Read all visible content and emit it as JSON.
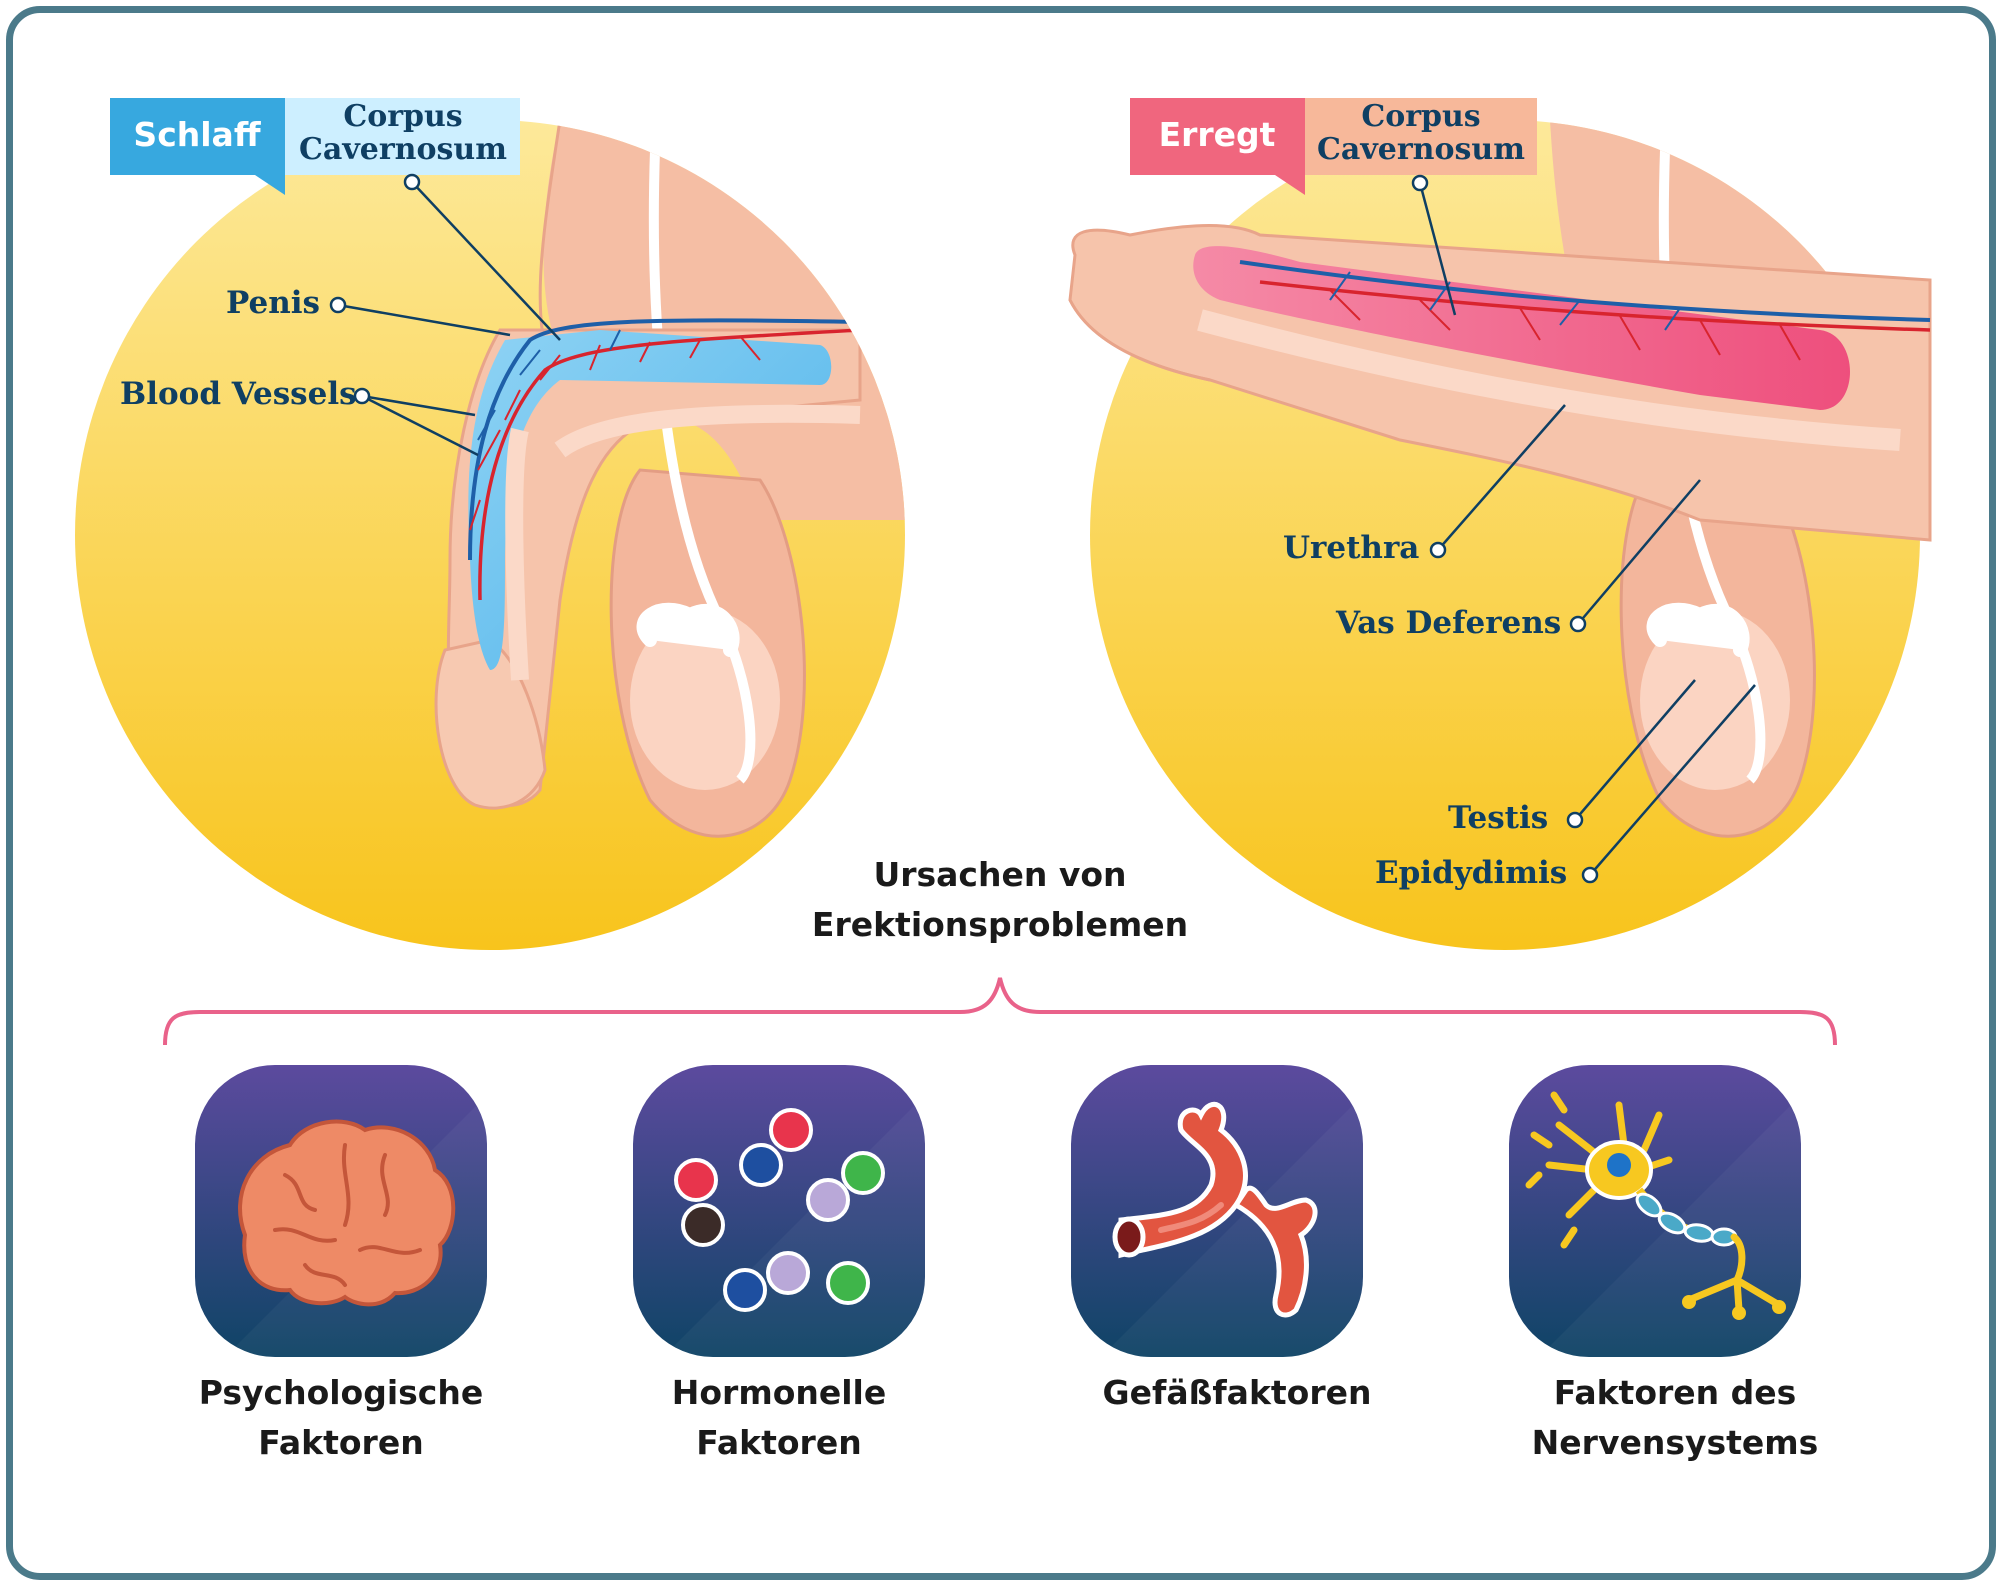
{
  "left_panel": {
    "state_tag": "Schlaff",
    "header_label": "Corpus\nCavernosum",
    "labels": {
      "penis": "Penis",
      "blood_vessels": "Blood Vessels"
    }
  },
  "right_panel": {
    "state_tag": "Erregt",
    "header_label": "Corpus\nCavernosum",
    "labels": {
      "urethra": "Urethra",
      "vas_deferens": "Vas Deferens",
      "testis": "Testis",
      "epididymis": "Epidydimis"
    }
  },
  "causes": {
    "title": "Ursachen von\nErektionsproblemen",
    "items": [
      {
        "icon": "brain-icon",
        "label": "Psychologische\nFaktoren"
      },
      {
        "icon": "molecules-icon",
        "label": "Hormonelle\nFaktoren"
      },
      {
        "icon": "blood-vessel-icon",
        "label": "Gefäßfaktoren"
      },
      {
        "icon": "neuron-icon",
        "label": "Faktoren des\nNervensystems"
      }
    ]
  },
  "colors": {
    "frame": "#4b7a8a",
    "circle_top": "#fde99a",
    "circle_bottom": "#f8c41c",
    "flaccid_tag": "#37a8df",
    "flaccid_header": "#cdefff",
    "erect_tag": "#f0667e",
    "erect_header": "#f7b89a",
    "label_text": "#0f3f63",
    "brace": "#e9628a",
    "tile_top": "#5c4a9e",
    "tile_bottom": "#0f4466"
  }
}
